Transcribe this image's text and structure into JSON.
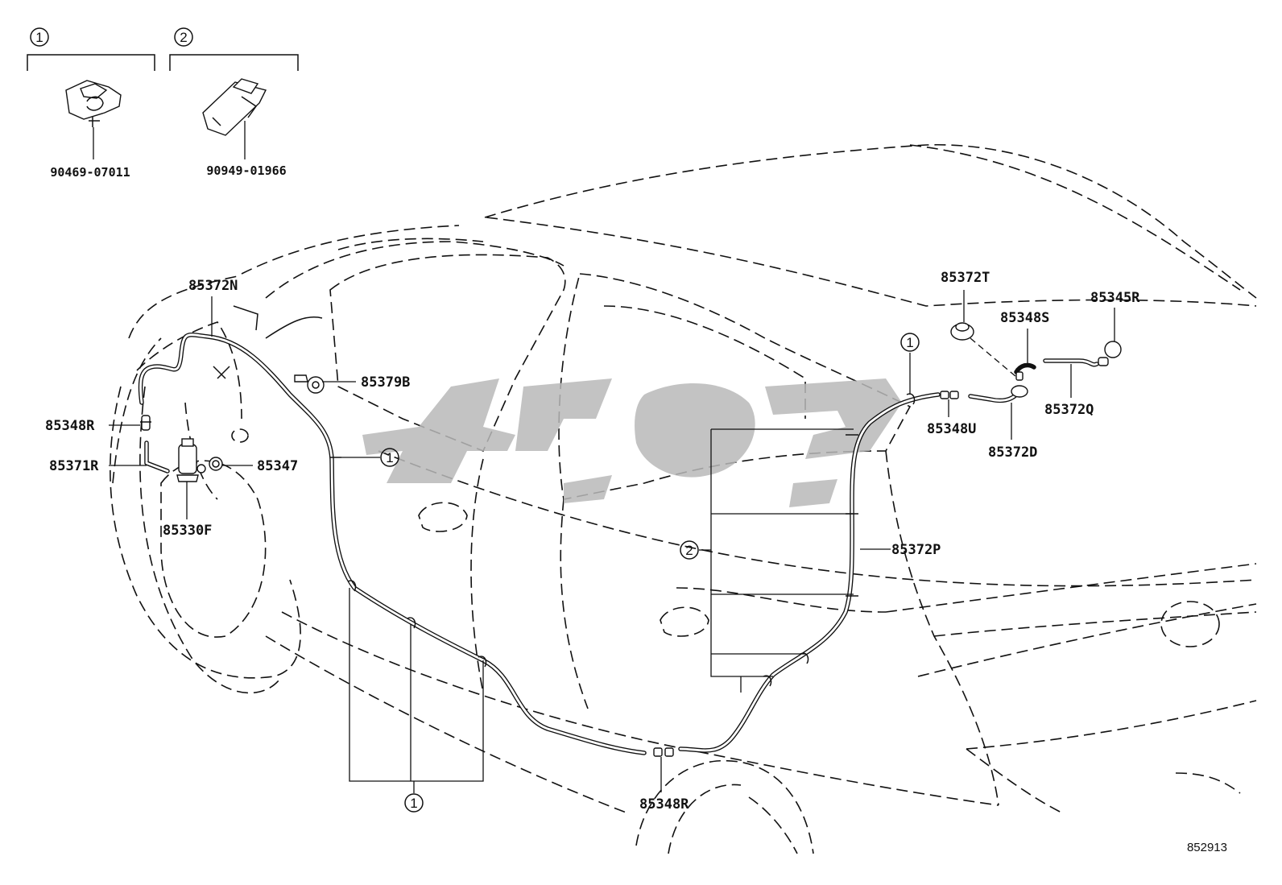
{
  "callouts": {
    "one": "1",
    "two": "2"
  },
  "legend": {
    "clip1_part_no": "90469-07011",
    "clip2_part_no": "90949-01966"
  },
  "parts": {
    "p85372N": "85372N",
    "p85379B": "85379B",
    "p85348R_top": "85348R",
    "p85371R": "85371R",
    "p85347": "85347",
    "p85330F": "85330F",
    "p85372T": "85372T",
    "p85348S": "85348S",
    "p85345R": "85345R",
    "p85372Q": "85372Q",
    "p85348U": "85348U",
    "p85372D": "85372D",
    "p85372P": "85372P",
    "p85348R_bottom": "85348R"
  },
  "illustration_ref": "852913",
  "colors": {
    "line": "#111111",
    "watermark": "#b9b9b9",
    "background": "#ffffff"
  }
}
